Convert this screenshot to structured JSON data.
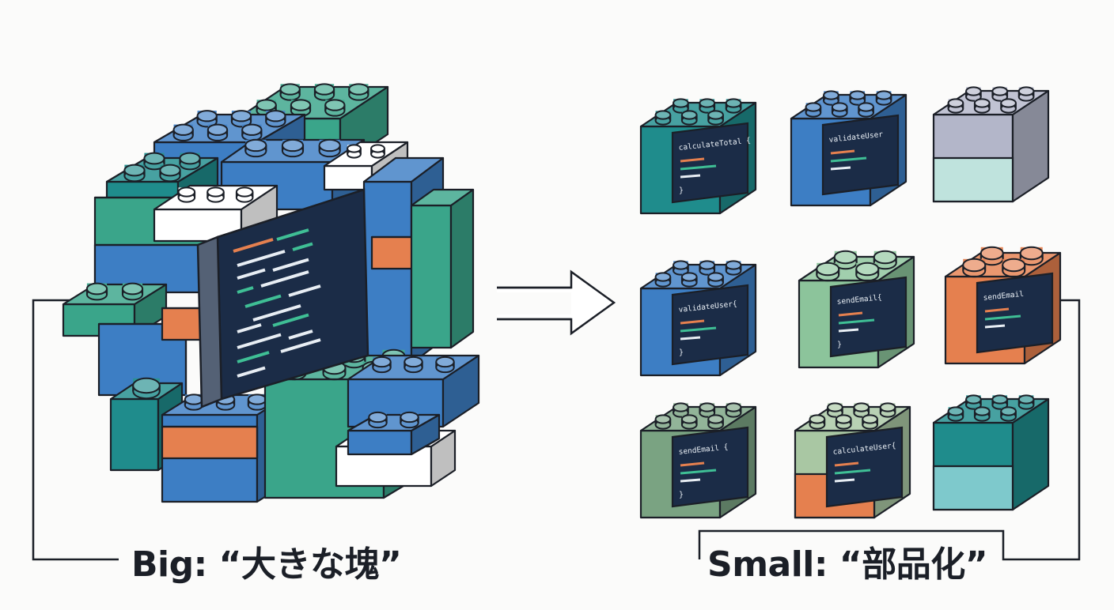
{
  "captions": {
    "big": "Big: “大きな塊”",
    "small": "Small: “部品化”"
  },
  "modules": [
    {
      "label": "calculateTotal {",
      "closing": "}"
    },
    {
      "label": "validateUser",
      "closing": ""
    },
    {
      "label": "",
      "closing": ""
    },
    {
      "label": "validateUser{",
      "closing": "}"
    },
    {
      "label": "sendEmail{",
      "closing": "}"
    },
    {
      "label": "sendEmail",
      "closing": ""
    },
    {
      "label": "sendEmail {",
      "closing": "}"
    },
    {
      "label": "calculateUser{",
      "closing": ""
    },
    {
      "label": "",
      "closing": ""
    }
  ],
  "colors": {
    "teal": "#1f8c8c",
    "blue": "#3d7ec4",
    "green": "#3aa58a",
    "navy": "#1b2c47",
    "orange": "#e5804f",
    "outline": "#1b1f27",
    "white": "#ffffff"
  },
  "icons": [
    "arrow-right-icon"
  ]
}
